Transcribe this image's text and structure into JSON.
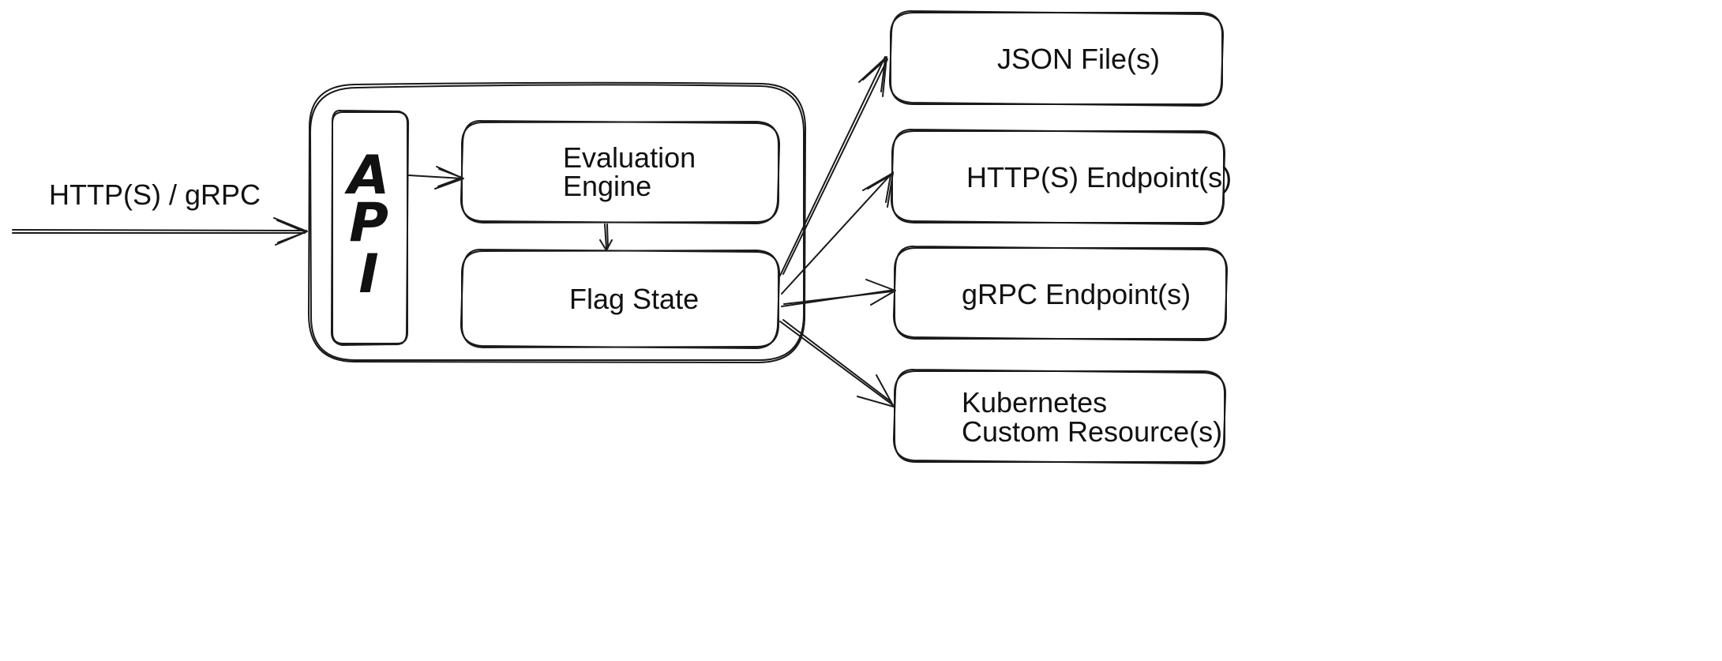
{
  "input": {
    "label": "HTTP(S) / gRPC"
  },
  "flagd": {
    "api": {
      "letters": [
        "A",
        "P",
        "I"
      ]
    },
    "evaluation_engine": {
      "line1": "Evaluation",
      "line2": "Engine"
    },
    "flag_state": {
      "label": "Flag State"
    }
  },
  "sources": {
    "json_files": "JSON File(s)",
    "http_endpoints": "HTTP(S) Endpoint(s)",
    "grpc_endpoints": "gRPC Endpoint(s)",
    "kubernetes": {
      "line1": "Kubernetes",
      "line2": "Custom Resource(s)"
    }
  },
  "colors": {
    "stroke": "#1a1a1a",
    "text": "#111111",
    "background": "#ffffff"
  }
}
